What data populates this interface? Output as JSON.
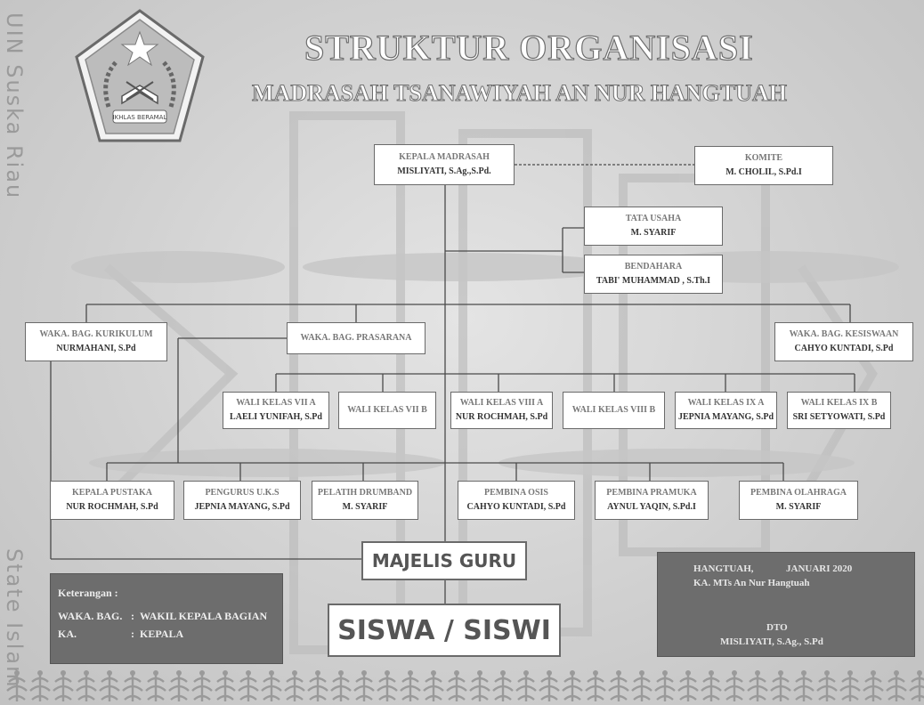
{
  "watermark": {
    "top": "UIN Suska Riau",
    "bottom": "State Islam"
  },
  "header": {
    "title": "STRUKTUR ORGANISASI",
    "subtitle": "MADRASAH TSANAWIYAH AN NUR HANGTUAH",
    "logo_text": "IKHLAS BERAMAL"
  },
  "nodes": {
    "kepala": {
      "title": "KEPALA MADRASAH",
      "name": "MISLIYATI, S.Ag.,S.Pd."
    },
    "komite": {
      "title": "KOMITE",
      "name": "M. CHOLIL, S.Pd.I"
    },
    "tata_usaha": {
      "title": "TATA USAHA",
      "name": "M. SYARIF"
    },
    "bendahara": {
      "title": "BENDAHARA",
      "name": "TABI' MUHAMMAD , S.Th.I"
    },
    "waka_kurikulum": {
      "title": "WAKA. BAG. KURIKULUM",
      "name": "NURMAHANI, S.Pd"
    },
    "waka_prasarana": {
      "title": "WAKA. BAG. PRASARANA",
      "name": ""
    },
    "waka_kesiswaan": {
      "title": "WAKA. BAG. KESISWAAN",
      "name": "CAHYO KUNTADI, S.Pd"
    },
    "wali_7a": {
      "title": "WALI KELAS VII A",
      "name": "LAELI YUNIFAH, S.Pd"
    },
    "wali_7b": {
      "title": "WALI KELAS VII B",
      "name": ""
    },
    "wali_8a": {
      "title": "WALI KELAS VIII A",
      "name": "NUR ROCHMAH, S.Pd"
    },
    "wali_8b": {
      "title": "WALI KELAS VIII B",
      "name": ""
    },
    "wali_9a": {
      "title": "WALI KELAS IX A",
      "name": "JEPNIA MAYANG, S.Pd"
    },
    "wali_9b": {
      "title": "WALI KELAS IX B",
      "name": "SRI SETYOWATI, S.Pd"
    },
    "pustaka": {
      "title": "KEPALA PUSTAKA",
      "name": "NUR ROCHMAH, S.Pd"
    },
    "uks": {
      "title": "PENGURUS U.K.S",
      "name": "JEPNIA MAYANG, S.Pd"
    },
    "drumband": {
      "title": "PELATIH DRUMBAND",
      "name": "M. SYARIF"
    },
    "osis": {
      "title": "PEMBINA OSIS",
      "name": "CAHYO KUNTADI, S.Pd"
    },
    "pramuka": {
      "title": "PEMBINA PRAMUKA",
      "name": "AYNUL YAQIN, S.Pd.I"
    },
    "olahraga": {
      "title": "PEMBINA OLAHRAGA",
      "name": "M. SYARIF"
    },
    "majelis_guru": {
      "title": "MAJELIS GURU"
    },
    "siswa": {
      "title": "SISWA / SISWI"
    }
  },
  "legend": {
    "heading": "Keterangan  :",
    "rows": [
      {
        "abbr": "WAKA. BAG.",
        "sep": ":",
        "meaning": "WAKIL KEPALA BAGIAN"
      },
      {
        "abbr": "KA.",
        "sep": ":",
        "meaning": "KEPALA"
      }
    ]
  },
  "signature": {
    "place": "HANGTUAH,",
    "date": "JANUARI 2020",
    "role": "KA. MTs An Nur Hangtuah",
    "sign": "DTO",
    "name": "MISLIYATI, S.Ag., S.Pd"
  },
  "colors": {
    "background": "#cfcfcf",
    "box": "#ffffff",
    "panel": "#6d6d6d",
    "line": "#4a4a4a"
  }
}
